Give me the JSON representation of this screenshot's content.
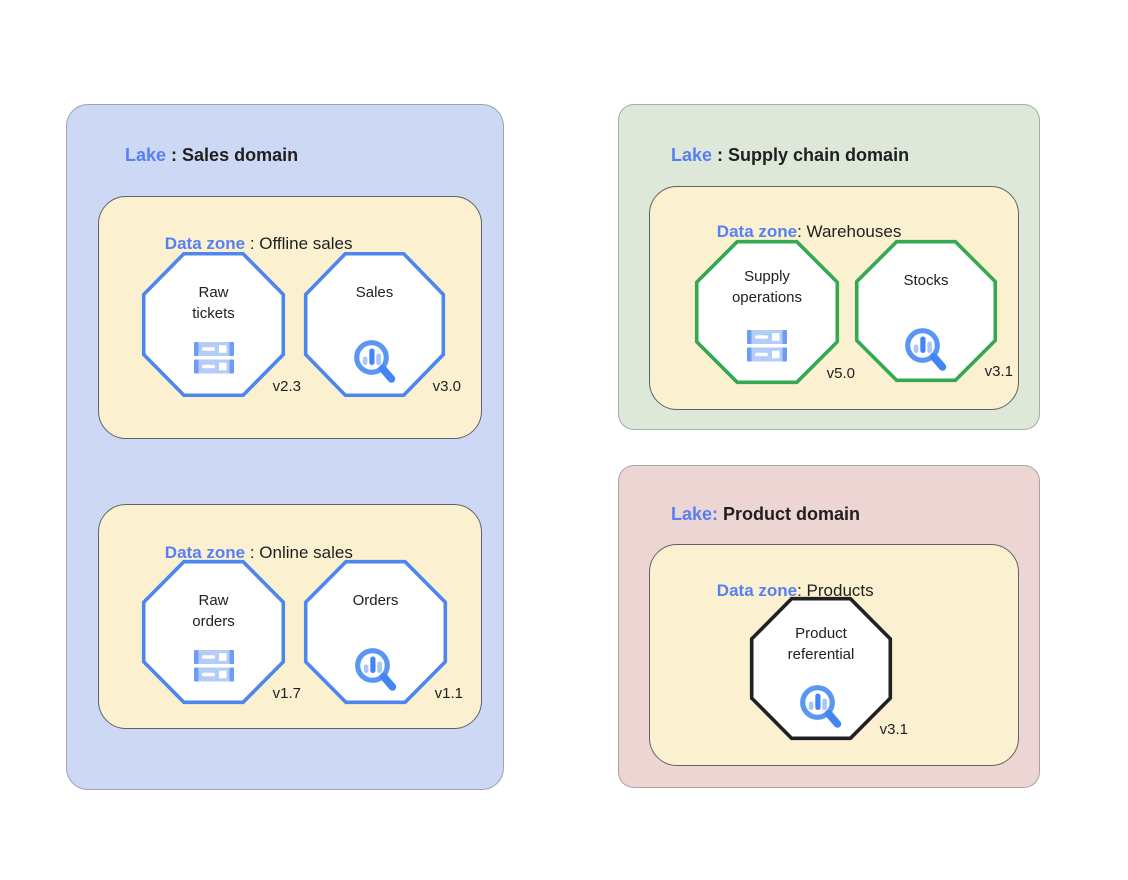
{
  "palette": {
    "lake_sales_bg": "#cdd9f4",
    "lake_supply_bg": "#dde8d8",
    "lake_product_bg": "#edd5d4",
    "zone_bg": "#fbf1d0",
    "zone_border": "#5f6368",
    "label_blue": "#5680f4",
    "text_black": "#1f1f1f",
    "octagon_blue": "#4e86f0",
    "octagon_green": "#34a853",
    "octagon_black": "#202124",
    "icon_storage_light": "#b3ccf8",
    "icon_storage_dark": "#6d9cf6",
    "icon_lens_ring": "#5a97f3",
    "icon_lens_dark": "#4285f4",
    "icon_lens_light": "#a9c7f9"
  },
  "lakes": [
    {
      "title_prefix": "Lake",
      "title_rest": " : Sales domain",
      "zones": [
        {
          "label_prefix": "Data zone",
          "label_rest": " : Offline sales",
          "nodes": [
            {
              "label_lines": {
                "0": "Raw",
                "1": "tickets"
              },
              "icon": "storage-icon",
              "version": "v2.3"
            },
            {
              "label_lines": {
                "0": "Sales"
              },
              "icon": "search-chart-icon",
              "version": "v3.0"
            }
          ]
        },
        {
          "label_prefix": "Data zone",
          "label_rest": " : Online sales",
          "nodes": [
            {
              "label_lines": {
                "0": "Raw",
                "1": "orders"
              },
              "icon": "storage-icon",
              "version": "v1.7"
            },
            {
              "label_lines": {
                "0": "Orders"
              },
              "icon": "search-chart-icon",
              "version": "v1.1"
            }
          ]
        }
      ]
    },
    {
      "title_prefix": "Lake",
      "title_rest": " : Supply chain domain",
      "zones": [
        {
          "label_prefix": "Data zone",
          "label_rest": ": Warehouses",
          "nodes": [
            {
              "label_lines": {
                "0": "Supply",
                "1": "operations"
              },
              "icon": "storage-icon",
              "version": "v5.0"
            },
            {
              "label_lines": {
                "0": "Stocks"
              },
              "icon": "search-chart-icon",
              "version": "v3.1"
            }
          ]
        }
      ]
    },
    {
      "title_prefix": "Lake:",
      "title_rest": " Product domain",
      "zones": [
        {
          "label_prefix": "Data zone",
          "label_rest": ": Products",
          "nodes": [
            {
              "label_lines": {
                "0": "Product",
                "1": "referential"
              },
              "icon": "search-chart-icon",
              "version": "v3.1"
            }
          ]
        }
      ]
    }
  ]
}
